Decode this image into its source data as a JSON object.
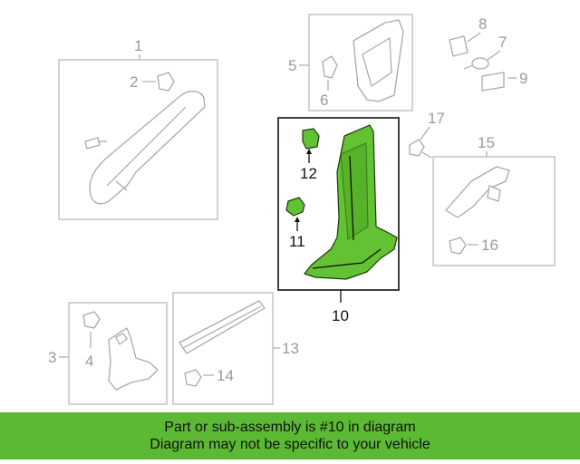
{
  "diagram": {
    "callouts": {
      "p1": "1",
      "p2": "2",
      "p3": "3",
      "p4": "4",
      "p5": "5",
      "p6": "6",
      "p7": "7",
      "p8": "8",
      "p9": "9",
      "p10": "10",
      "p11": "11",
      "p12": "12",
      "p13": "13",
      "p14": "14",
      "p15": "15",
      "p16": "16",
      "p17": "17"
    },
    "highlighted_part": "10",
    "highlight_color": "#62c233"
  },
  "banner": {
    "line1": "Part or sub-assembly is #10 in diagram",
    "line2": "Diagram may not be specific to your vehicle",
    "background": "#5cb934"
  }
}
